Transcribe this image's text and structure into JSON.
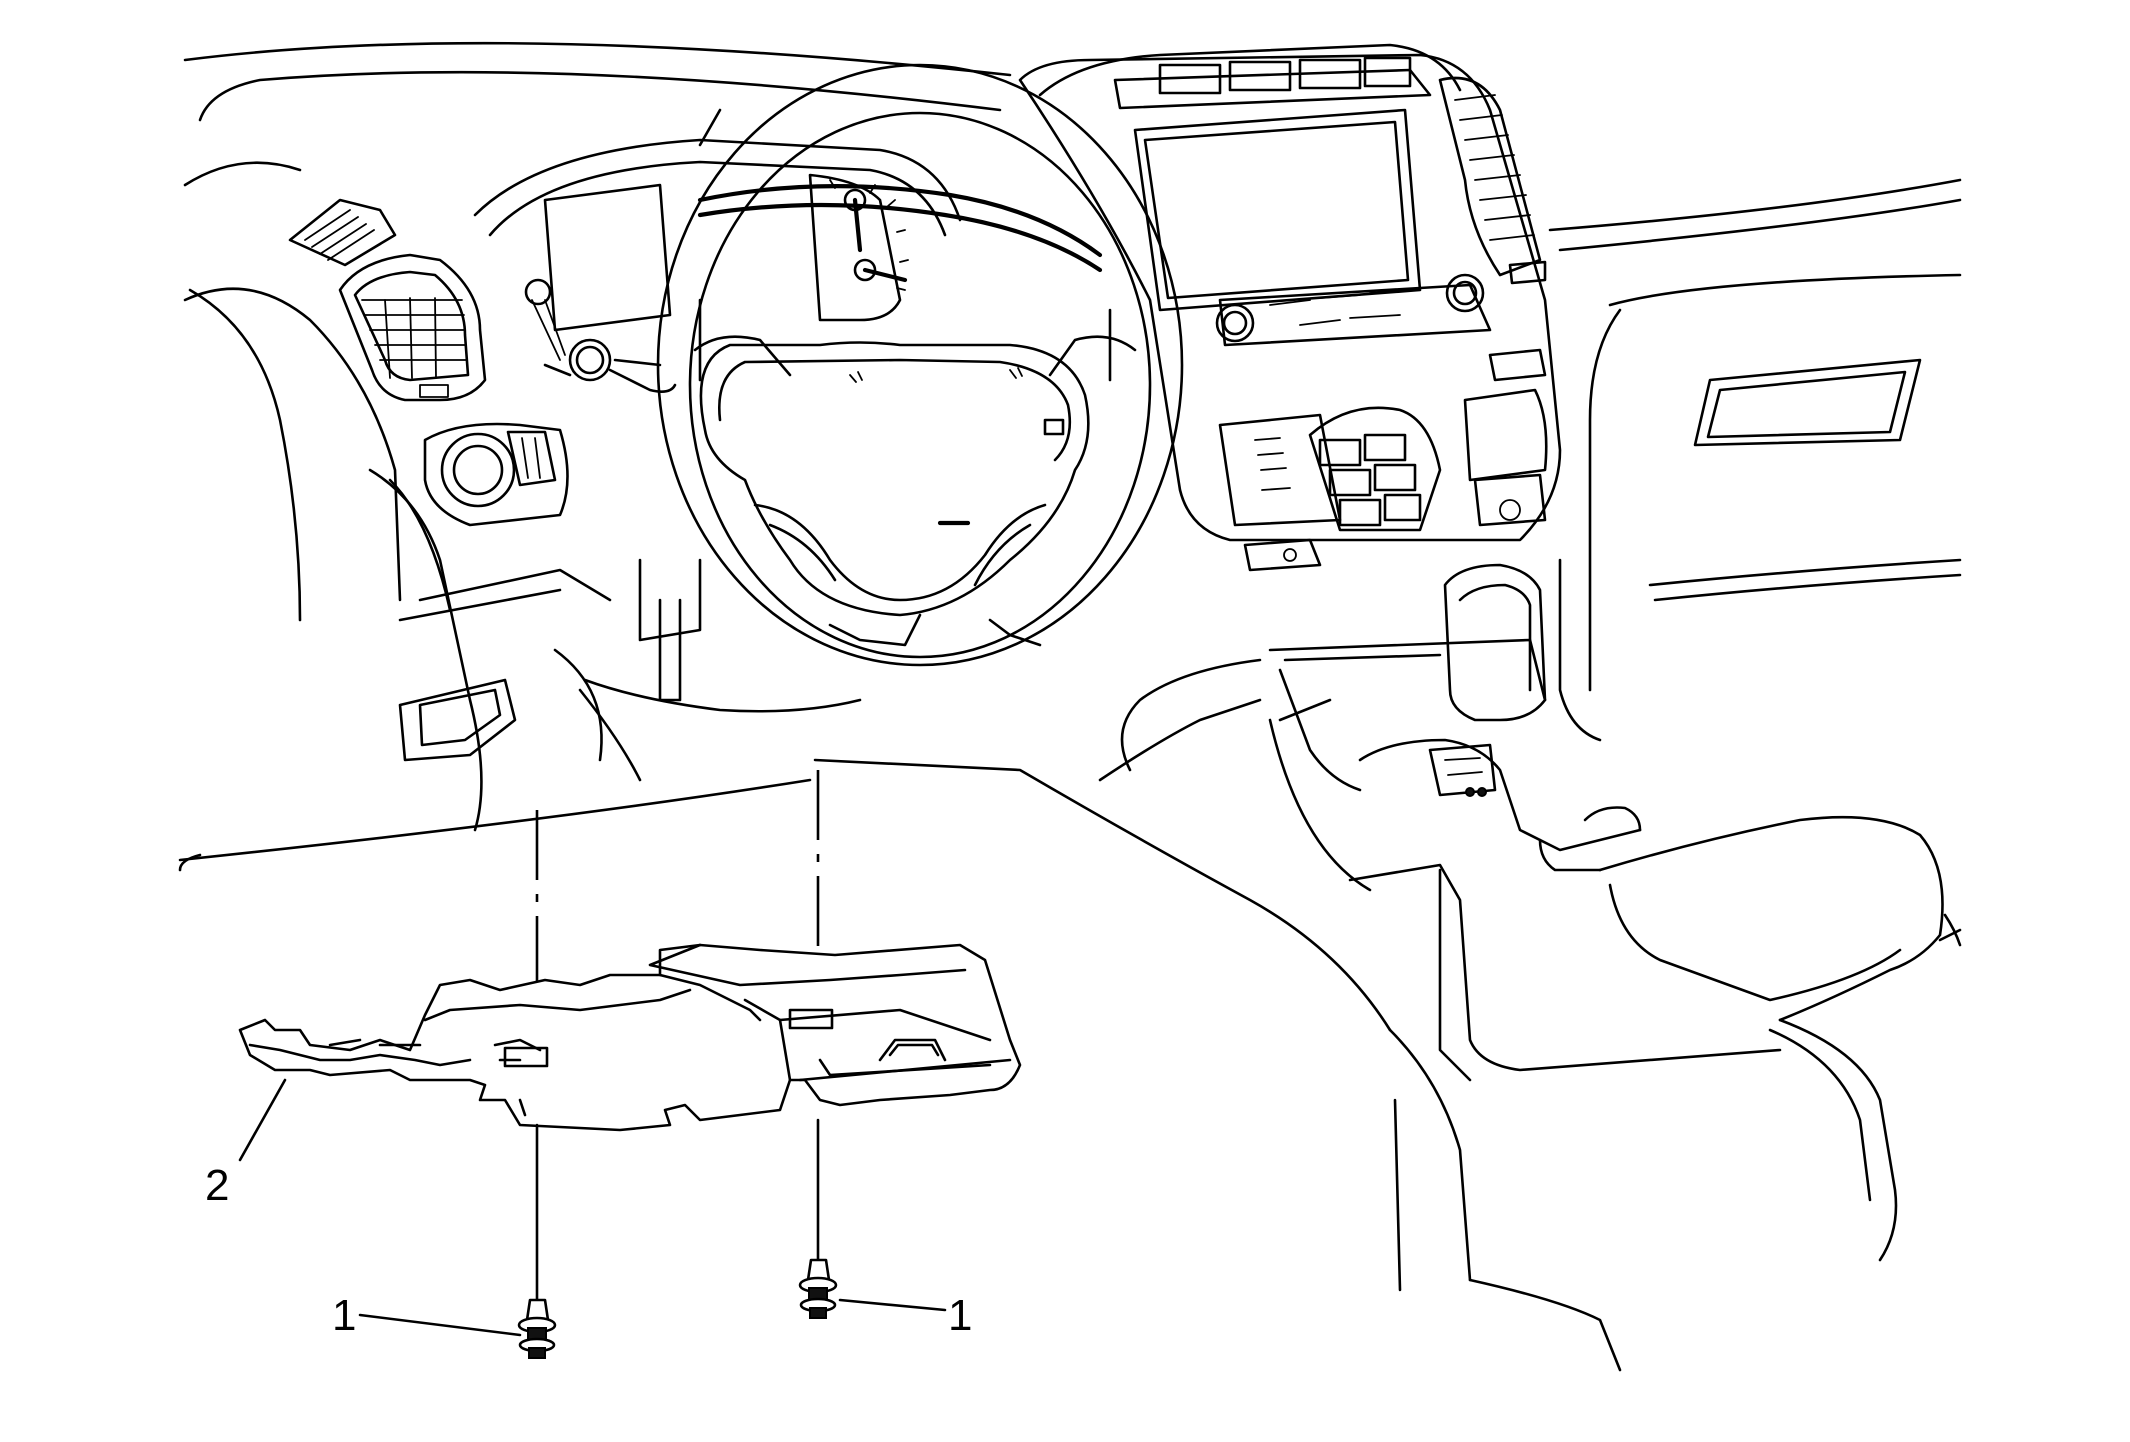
{
  "callouts": [
    {
      "id": "fastener-left",
      "label": "1"
    },
    {
      "id": "fastener-right",
      "label": "1"
    },
    {
      "id": "insulator-panel",
      "label": "2"
    }
  ],
  "colors": {
    "line": "#000000",
    "background": "#ffffff"
  }
}
